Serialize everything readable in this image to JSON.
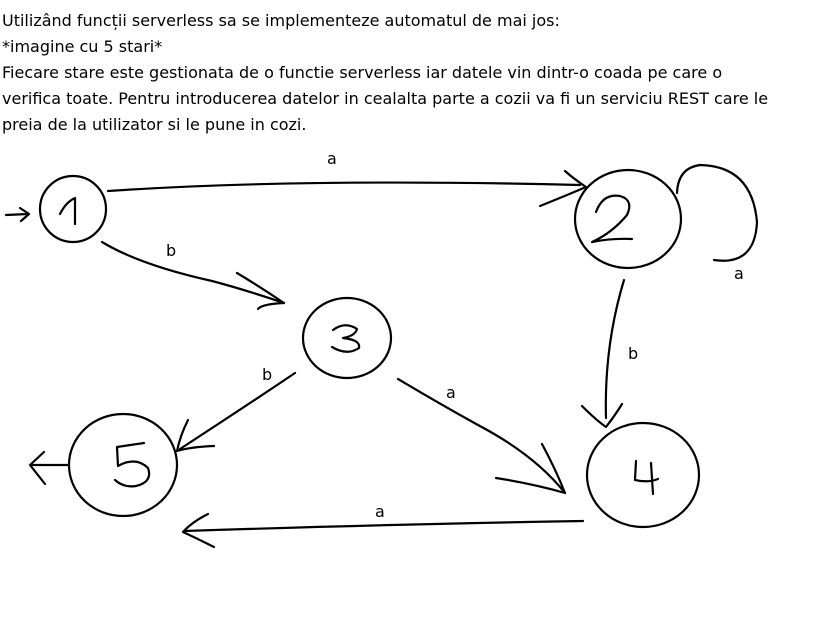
{
  "text_lines": [
    "Utilizând funcții serverless sa se implementeze automatul de mai jos:",
    " *imagine cu 5 stari*",
    "Fiecare stare este gestionata de o functie serverless iar datele vin dintr-o coada pe care o",
    "verifica toate. Pentru introducerea datelor in cealalta parte a cozii va fi un serviciu REST care le",
    "preia de la utilizator si le pune in cozi."
  ],
  "states": [
    "1",
    "2",
    "3",
    "4",
    "5"
  ],
  "transitions": [
    {
      "from": "1",
      "to": "2",
      "label": "a"
    },
    {
      "from": "1",
      "to": "3",
      "label": "b"
    },
    {
      "from": "2",
      "to": "2",
      "label": "a"
    },
    {
      "from": "2",
      "to": "4",
      "label": "b"
    },
    {
      "from": "3",
      "to": "5",
      "label": "b"
    },
    {
      "from": "3",
      "to": "4",
      "label": "a"
    },
    {
      "from": "4",
      "to": "5",
      "label": "a"
    }
  ],
  "initial_state": "1",
  "final_state": "5"
}
